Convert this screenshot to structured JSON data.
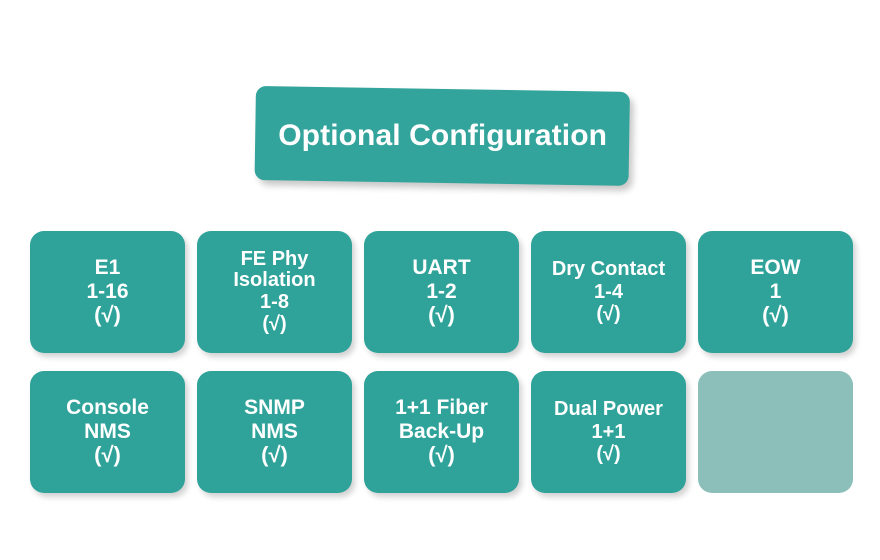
{
  "banner": {
    "title": "Optional Configuration",
    "color": "#32a49b"
  },
  "theme": {
    "card_color": "#2fa39a",
    "card_empty_color": "#8cbfb9",
    "text_color": "#ffffff",
    "background": "#ffffff"
  },
  "grid": {
    "columns": 5,
    "rows": [
      {
        "cards": [
          {
            "lines": [
              "E1",
              "1-16",
              "(√)"
            ],
            "available": "(√)",
            "empty": false
          },
          {
            "lines": [
              "FE Phy",
              "Isolation",
              "1-8",
              "(√)"
            ],
            "available": "(√)",
            "empty": false
          },
          {
            "lines": [
              "UART",
              "1-2",
              "(√)"
            ],
            "available": "(√)",
            "empty": false
          },
          {
            "lines": [
              "Dry Contact",
              "1-4",
              "(√)"
            ],
            "available": "(√)",
            "empty": false
          },
          {
            "lines": [
              "EOW",
              "1",
              "(√)"
            ],
            "available": "(√)",
            "empty": false
          }
        ]
      },
      {
        "cards": [
          {
            "lines": [
              "Console",
              "NMS",
              "(√)"
            ],
            "available": "(√)",
            "empty": false
          },
          {
            "lines": [
              "SNMP",
              "NMS",
              "(√)"
            ],
            "available": "(√)",
            "empty": false
          },
          {
            "lines": [
              "1+1 Fiber",
              "Back-Up",
              "(√)"
            ],
            "available": "(√)",
            "empty": false
          },
          {
            "lines": [
              "Dual Power",
              "1+1",
              "(√)"
            ],
            "available": "(√)",
            "empty": false
          },
          {
            "lines": [],
            "available": "",
            "empty": true
          }
        ]
      }
    ]
  }
}
